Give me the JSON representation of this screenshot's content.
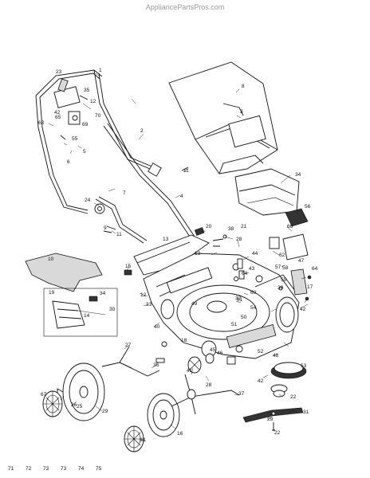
{
  "watermark": "AppliancePartsPros.com",
  "callouts": [
    "1",
    "2",
    "3",
    "4",
    "5",
    "6",
    "7",
    "8",
    "9",
    "10",
    "11",
    "11",
    "12",
    "12",
    "13",
    "13",
    "14",
    "15",
    "16",
    "17",
    "18",
    "19",
    "20",
    "21",
    "22",
    "22",
    "23",
    "24",
    "25",
    "26",
    "27",
    "28",
    "28",
    "29",
    "29",
    "30",
    "31",
    "32",
    "33",
    "34",
    "34",
    "35",
    "36",
    "37",
    "38",
    "39",
    "40",
    "41",
    "42",
    "42",
    "42",
    "43",
    "44",
    "45",
    "46",
    "47",
    "48",
    "49",
    "50",
    "51",
    "52",
    "53",
    "54",
    "55",
    "56",
    "57",
    "58",
    "59",
    "60",
    "61",
    "62",
    "63",
    "64",
    "64",
    "65",
    "66",
    "67",
    "68",
    "69",
    "70",
    "71",
    "72",
    "73",
    "73",
    "74",
    "75"
  ]
}
